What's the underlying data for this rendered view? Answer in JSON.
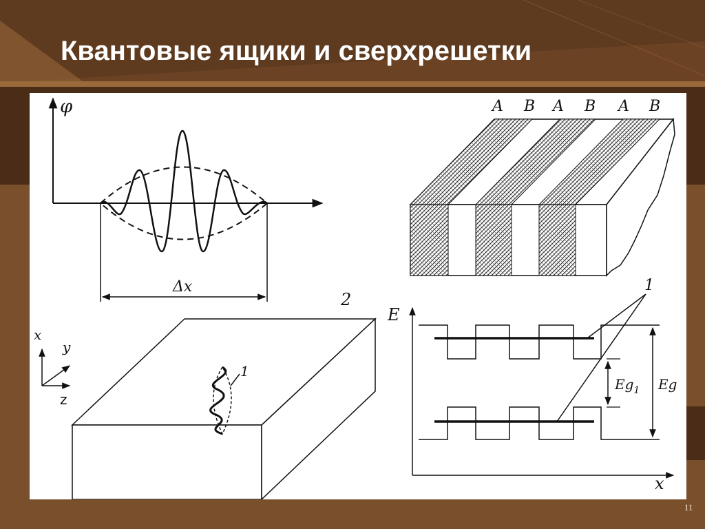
{
  "slide": {
    "title": "Квантовые ящики и сверхрешетки",
    "page_number": "11"
  },
  "diagram": {
    "wave_panel": {
      "axis_y_label": "φ",
      "width_label": "Δx"
    },
    "superlattice_panel": {
      "layer_labels": [
        "A",
        "B",
        "A",
        "B",
        "A",
        "B"
      ]
    },
    "box_panel": {
      "box_number_label": "2",
      "wave_label": "1",
      "axis_x": "x",
      "axis_y": "y",
      "axis_z": "z"
    },
    "energy_panel": {
      "axis_y_label": "E",
      "axis_x_label": "x",
      "level_label": "1",
      "gap_small_label": "Eg",
      "gap_small_sub": "1",
      "gap_big_label": "Eg"
    }
  },
  "colors": {
    "background": "#7a4f2b",
    "band_dark": "#4a2c17",
    "band_light": "#9a6a3b",
    "panel": "#ffffff",
    "ink": "#111111"
  }
}
